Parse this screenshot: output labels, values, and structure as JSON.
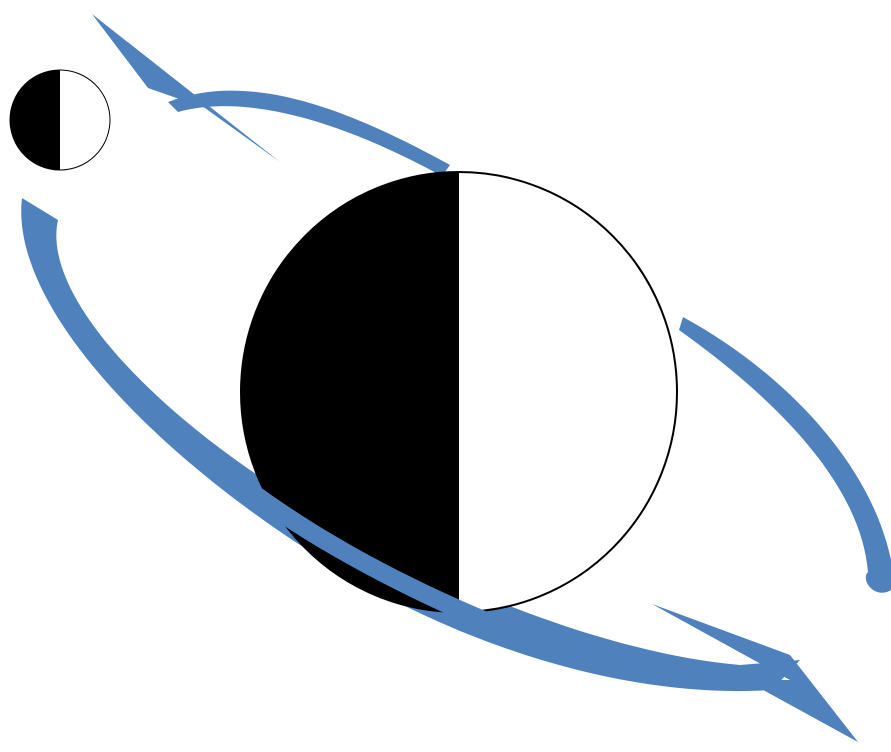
{
  "diagram": {
    "description_free": true,
    "colors": {
      "orbit": "#4f81bd",
      "shadow": "#000000",
      "lit": "#ffffff"
    },
    "elements": {
      "planet": {
        "shadow_side": "left",
        "lit_side": "right"
      },
      "moon": {
        "shadow_side": "left",
        "lit_side": "right"
      },
      "orbit": {
        "arrow_heads": 2,
        "direction": "counterclockwise"
      }
    }
  }
}
